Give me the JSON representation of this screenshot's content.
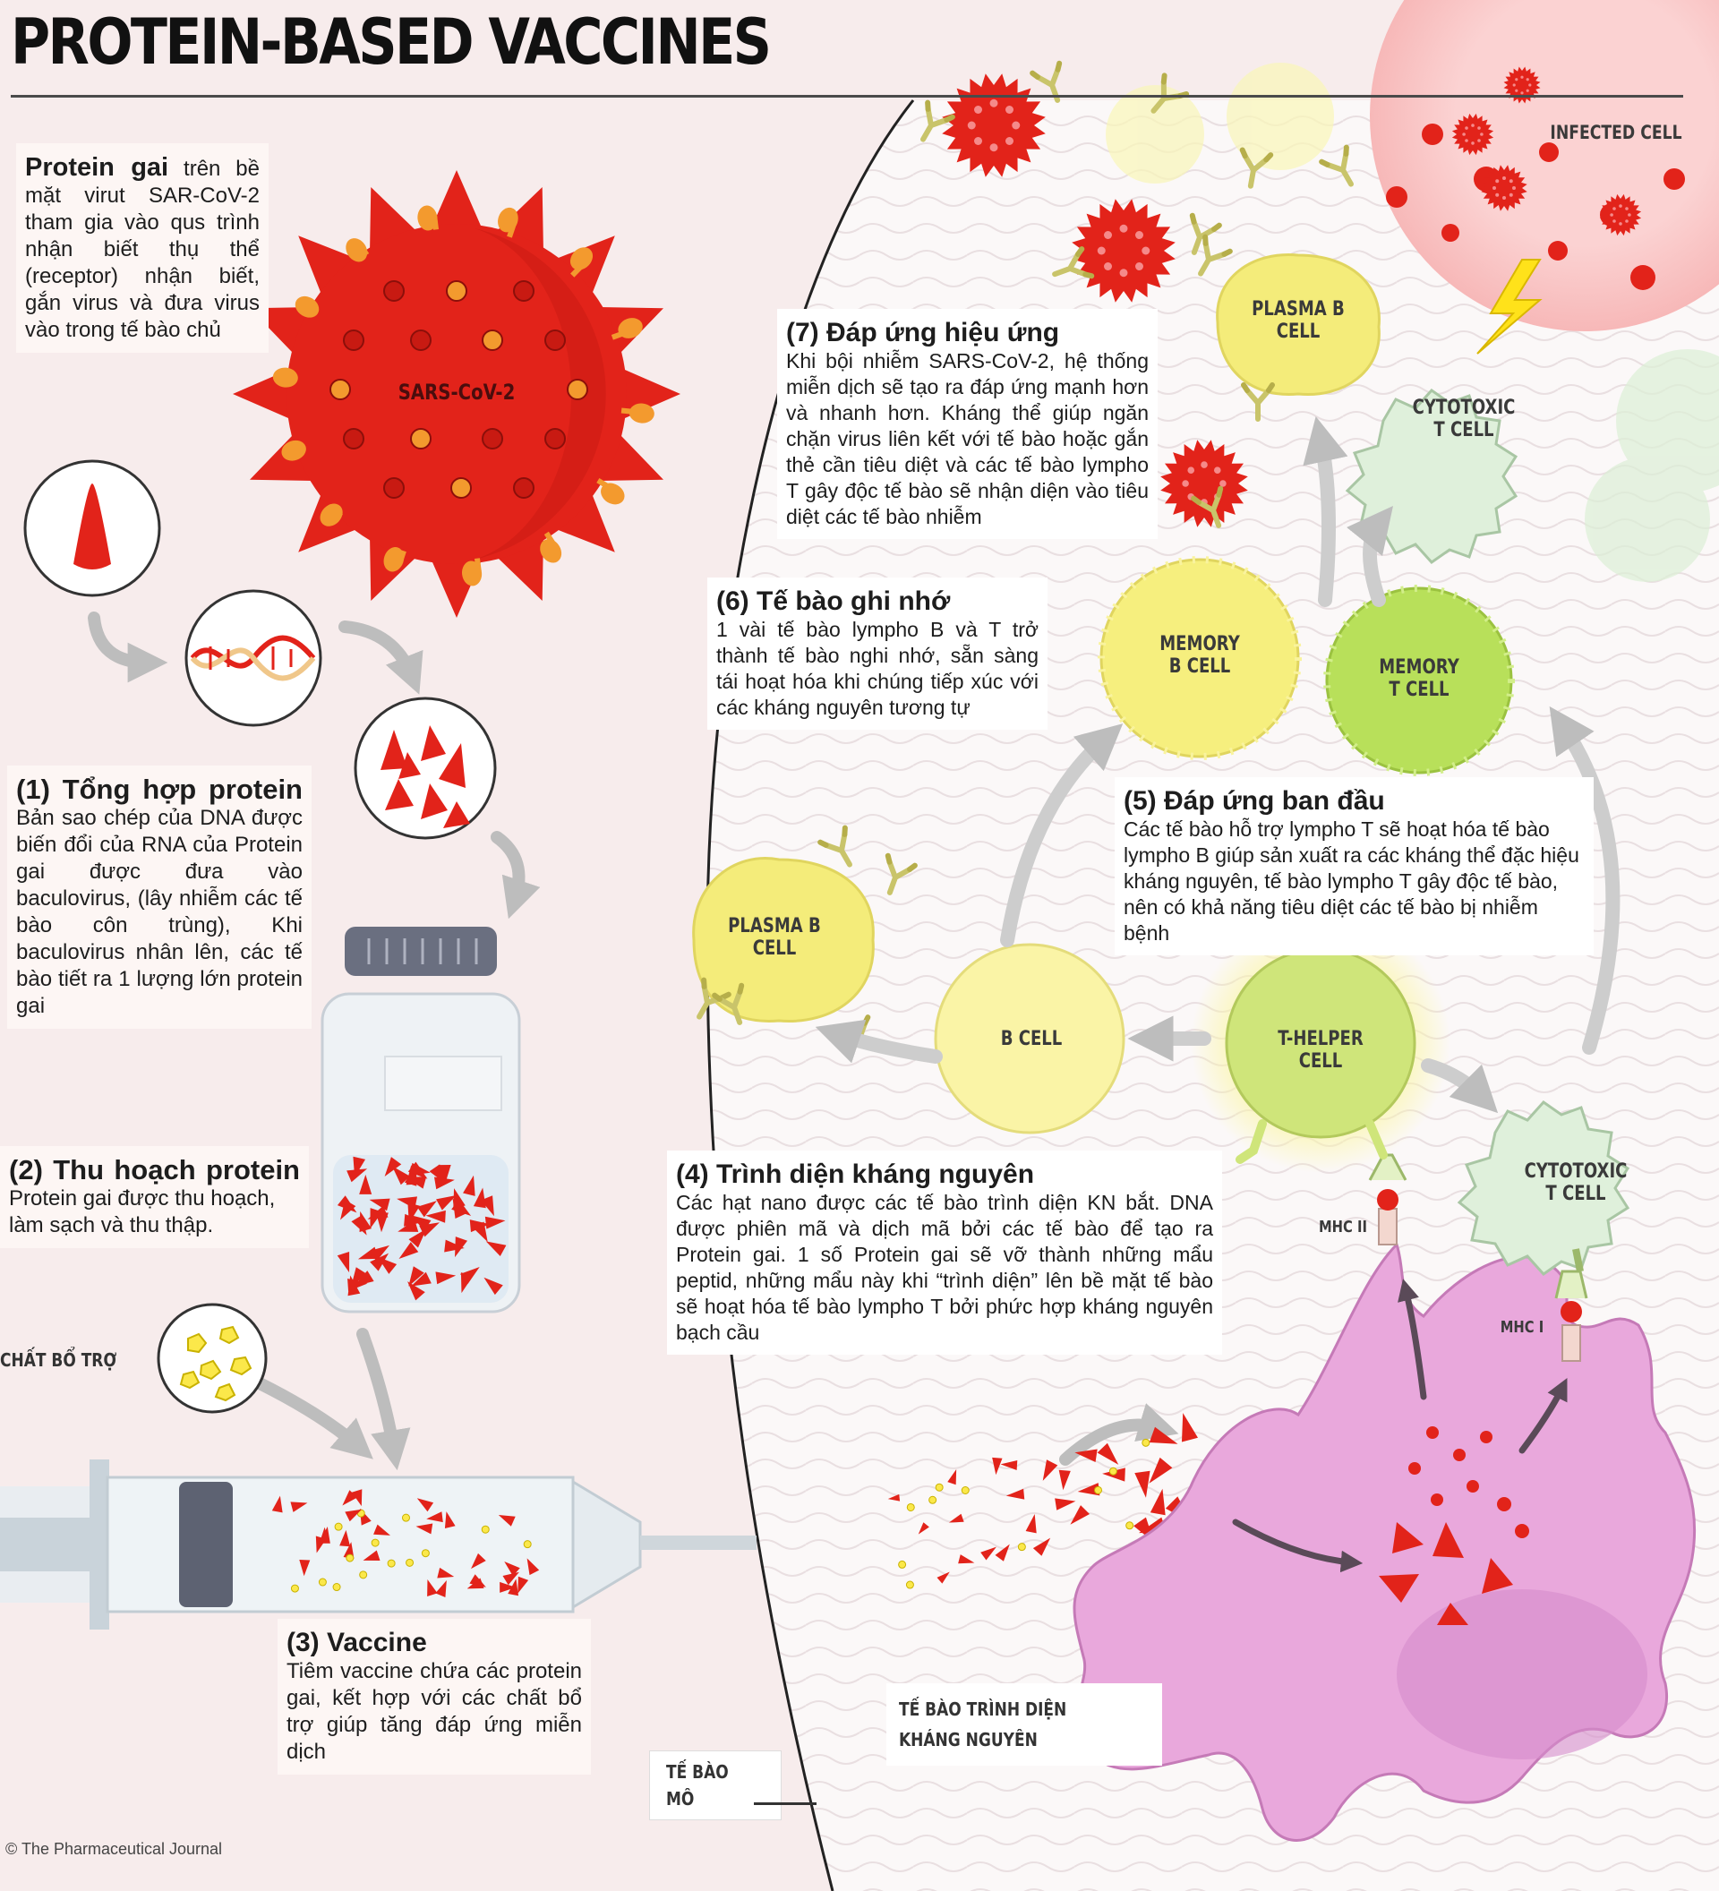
{
  "title": "PROTEIN-BASED VACCINES",
  "credit": "© The Pharmaceutical Journal",
  "spike": {
    "heading": "Protein gai",
    "text": " trên bề mặt virut SAR-CoV-2 tham gia vào qus trình nhận biết thụ thể (receptor) nhận biết, gắn virus và đưa virus vào trong tế bào chủ"
  },
  "virus_label": "SARS-CoV-2",
  "step1": {
    "heading": "(1) Tổng hợp protein",
    "text": "Bản sao chép của DNA được biến đổi của RNA của Protein gai được đưa vào baculovirus, (lây nhiễm các tế bào côn trùng), Khi baculovirus nhân lên, các tế bào tiết ra 1 lượng lớn protein gai"
  },
  "step2": {
    "heading": "(2) Thu hoạch protein",
    "text": "Protein gai được thu hoạch, làm sạch và thu thập."
  },
  "adjuvant_label": "CHẤT BỔ TRỢ",
  "step3": {
    "heading": "(3) Vaccine",
    "text": "Tiêm vaccine chứa các protein gai, kết hợp với các chất bổ trợ giúp tăng đáp ứng miễn dịch"
  },
  "tissue_label": "TẾ BÀO MÔ",
  "apc_label": "TẾ BÀO TRÌNH DIỆN KHÁNG NGUYÊN",
  "step4": {
    "heading": "(4) Trình diện kháng nguyên",
    "text": "Các hạt nano được các tế bào trình diện KN bắt. DNA được phiên mã và dịch mã bởi các tế bào để tạo ra Protein gai. 1 số Protein gai sẽ vỡ thành những mẩu peptid, những mẩu này khi “trình diện” lên bề mặt tế bào sẽ hoạt hóa tế bào lympho T bởi phức hợp kháng nguyên bạch cầu"
  },
  "step5": {
    "heading": "(5) Đáp ứng ban đầu",
    "text": "Các tế bào hỗ trợ lympho T sẽ hoạt hóa tế bào lympho B giúp sản xuất ra các kháng thể đặc hiệu kháng nguyên, tế bào lympho T gây độc tế bào, nên có khả năng tiêu diệt các tế bào bị nhiễm bệnh"
  },
  "step6": {
    "heading": "(6) Tế bào ghi nhớ",
    "text": "1 vài tế bào lympho B và T trở thành tế bào nghi nhớ, sẵn sàng tái hoạt hóa khi chúng tiếp xúc với các kháng nguyên tương tự"
  },
  "step7": {
    "heading": "(7) Đáp ứng hiệu ứng",
    "text": "Khi bội nhiễm SARS-CoV-2, hệ thống miễn dịch sẽ tạo ra đáp ứng mạnh hơn và nhanh hơn. Kháng thể giúp ngăn chặn virus liên kết với tế bào hoặc gắn thẻ cần tiêu diệt và các tế bào lympho T gây độc tế bào sẽ nhận diện vào tiêu diệt các tế bào nhiễm"
  },
  "cells": {
    "b_cell": "B CELL",
    "t_helper": "T-HELPER CELL",
    "plasma_1": "PLASMA B CELL",
    "plasma_2": "PLASMA B CELL",
    "memory_b": "MEMORY B CELL",
    "memory_t": "MEMORY T CELL",
    "cytotoxic_1": "CYTOTOXIC T CELL",
    "cytotoxic_2": "CYTOTOXIC T CELL",
    "infected": "INFECTED CELL",
    "mhc2": "MHC II",
    "mhc1": "MHC I"
  },
  "colors": {
    "virus_red": "#e2231a",
    "spike_orange": "#f39a2e",
    "yellow_cell": "#f4ec7a",
    "green_cell": "#b8e05a",
    "pale_green": "#dcefd6",
    "apc_pink": "#e9a8dc",
    "arrow_grey": "#bdbdbd"
  }
}
